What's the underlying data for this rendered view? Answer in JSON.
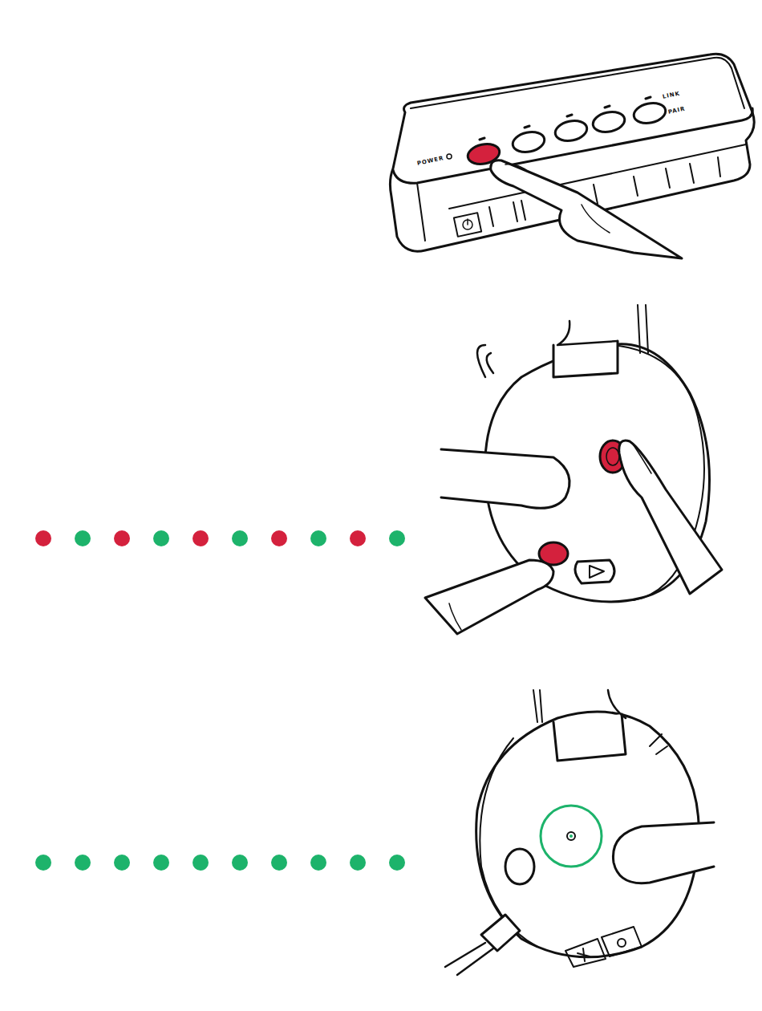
{
  "diagram": {
    "labels": [
      "POWER",
      "LINK",
      "PAIR"
    ]
  }
}
